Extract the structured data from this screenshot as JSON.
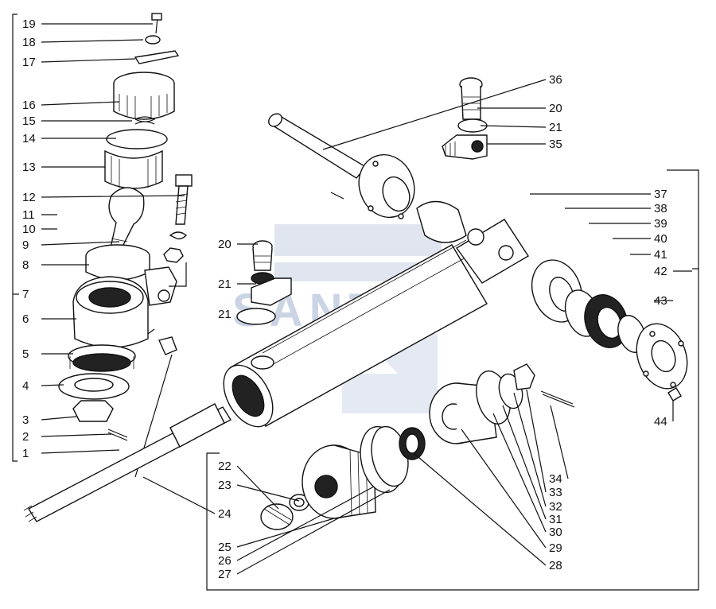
{
  "diagram": {
    "labels_left": [
      "19",
      "18",
      "17",
      "16",
      "15",
      "14",
      "13",
      "12",
      "11",
      "10",
      "9",
      "8",
      "7",
      "6",
      "5",
      "4",
      "3",
      "2",
      "1"
    ],
    "labels_right": [
      "36",
      "20",
      "21",
      "35",
      "37",
      "38",
      "39",
      "40",
      "41",
      "42",
      "43",
      "44",
      "34",
      "33",
      "32",
      "31",
      "30",
      "29",
      "28"
    ],
    "labels_mid": [
      "20",
      "21",
      "21",
      "22",
      "23",
      "24",
      "25",
      "26",
      "27"
    ],
    "watermark": "SANTAL",
    "colors": {
      "line": "#111111",
      "watermark": "#9fb1cf"
    }
  }
}
